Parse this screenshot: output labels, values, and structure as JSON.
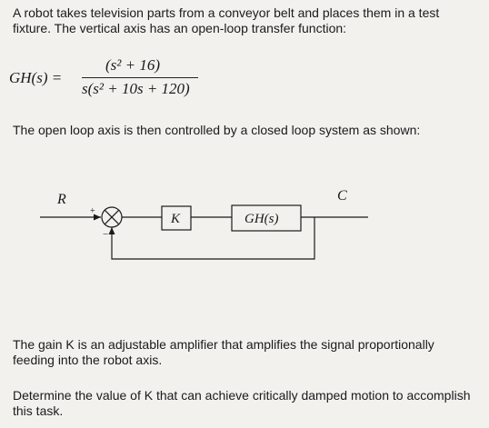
{
  "paragraphs": {
    "intro": "A robot takes television parts from a conveyor belt and places them in a test fixture. The vertical axis has an open-loop transfer function:",
    "openloop": "The open loop axis is then controlled by a closed loop system as shown:",
    "gain": "The gain K is an adjustable amplifier that amplifies the signal proportionally feeding into the robot axis.",
    "task": "Determine the value of K that can achieve critically damped motion to accomplish this task."
  },
  "equation": {
    "lhs": "GH(s) =",
    "numerator": "(s² + 16)",
    "denominator": "s(s² + 10s + 120)"
  },
  "diagram": {
    "input_label": "R",
    "output_label": "C",
    "gain_block": "K",
    "plant_block": "GH(s)",
    "plus_sign": "+",
    "minus_sign": "−"
  },
  "colors": {
    "background": "#f2f1ee",
    "ink": "#1a1a1a"
  }
}
